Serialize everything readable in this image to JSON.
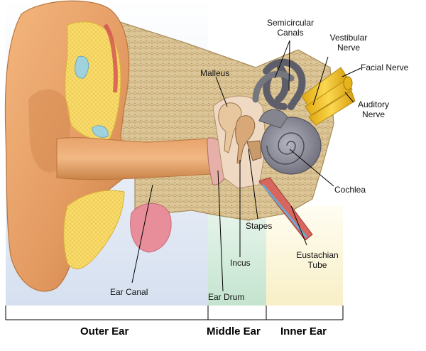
{
  "labels": {
    "semicircular_canals": "Semicircular Canals",
    "semicircular_line1": "Semicircular",
    "semicircular_line2": "Canals",
    "vestibular_line1": "Vestibular",
    "vestibular_line2": "Nerve",
    "facial_nerve": "Facial Nerve",
    "auditory_line1": "Auditory",
    "auditory_line2": "Nerve",
    "malleus": "Malleus",
    "cochlea": "Cochlea",
    "stapes": "Stapes",
    "incus": "Incus",
    "eustachian_line1": "Eustachian",
    "eustachian_line2": "Tube",
    "ear_canal": "Ear Canal",
    "ear_drum": "Ear Drum"
  },
  "sections": {
    "outer": "Outer Ear",
    "middle": "Middle Ear",
    "inner": "Inner Ear"
  },
  "colors": {
    "outer_bg": "#dbe4f2",
    "middle_bg": "#cde8d6",
    "inner_bg": "#fbf5d4",
    "skin": "#e9a06a",
    "bone": "#d8c08e",
    "cartilage": "#f7d96a",
    "cochlea": "#8d8d99",
    "nerve": "#f2c020"
  }
}
